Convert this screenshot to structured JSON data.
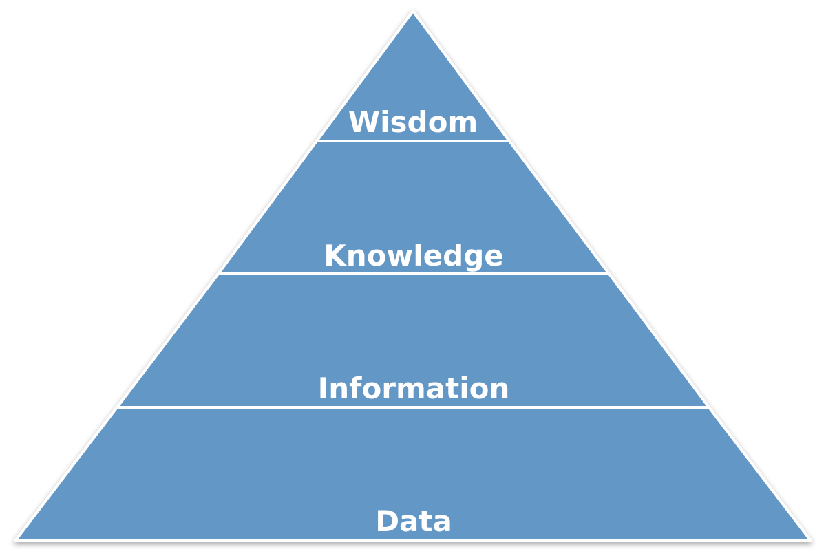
{
  "colors": {
    "tier_fill": "#6497c5",
    "outline": "#ffffff",
    "label": "#ffffff"
  },
  "pyramid": {
    "tiers": [
      {
        "label": "Wisdom"
      },
      {
        "label": "Knowledge"
      },
      {
        "label": "Information"
      },
      {
        "label": "Data"
      }
    ]
  }
}
